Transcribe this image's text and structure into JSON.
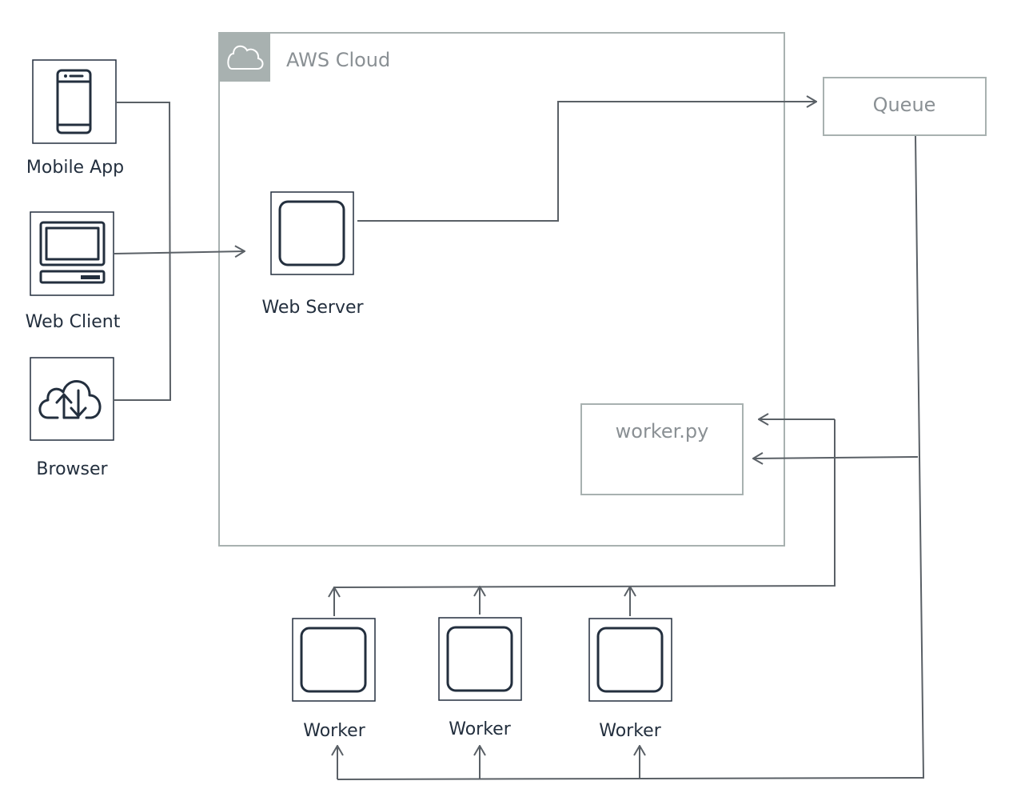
{
  "cloud": {
    "title": "AWS Cloud",
    "badge_color": "#a8b1b0"
  },
  "clients": {
    "mobile_label": "Mobile App",
    "web_client_label": "Web Client",
    "browser_label": "Browser"
  },
  "server": {
    "web_server_label": "Web Server",
    "worker_script_label": "worker.py"
  },
  "queue": {
    "label": "Queue"
  },
  "workers": [
    {
      "label": "Worker"
    },
    {
      "label": "Worker"
    },
    {
      "label": "Worker"
    }
  ],
  "icons": {
    "cloud_badge": "cloud-icon",
    "mobile": "smartphone-icon",
    "web_client": "computer-terminal-icon",
    "browser": "cloud-upload-download-icon",
    "compute": "compute-instance-icon"
  },
  "colors": {
    "ink": "#232f3e",
    "grey": "#a8b1b0",
    "connector": "#5a6066"
  }
}
